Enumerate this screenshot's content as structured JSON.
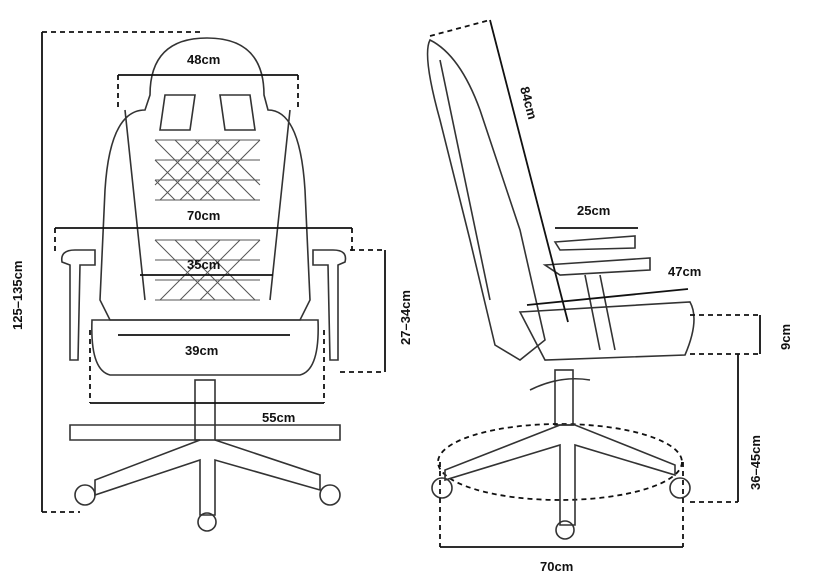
{
  "front_view": {
    "total_height": "125–135cm",
    "headrest_width": "48cm",
    "armrest_span": "70cm",
    "back_width": "35cm",
    "seat_width": "39cm",
    "base_width": "55cm",
    "armrest_height": "27–34cm"
  },
  "side_view": {
    "backrest_height": "84cm",
    "armrest_length": "25cm",
    "seat_depth": "47cm",
    "seat_thickness": "9cm",
    "seat_height": "36–45cm",
    "base_diameter": "70cm"
  }
}
